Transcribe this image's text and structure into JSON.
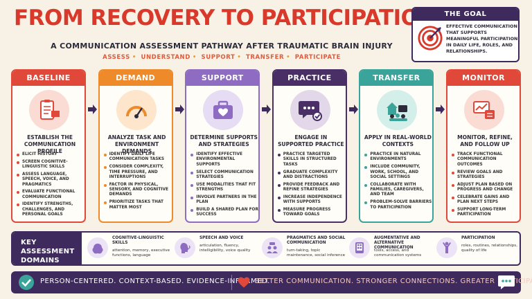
{
  "header": {
    "title": "FROM RECOVERY TO PARTICIPATION",
    "subtitle": "A COMMUNICATION ASSESSMENT PATHWAY AFTER TRAUMATIC BRAIN INJURY",
    "steps": [
      "ASSESS",
      "UNDERSTAND",
      "SUPPORT",
      "TRANSFER",
      "PARTICIPATE"
    ]
  },
  "goal": {
    "label": "THE GOAL",
    "text": "EFFECTIVE COMMUNICATION THAT SUPPORTS MEANINGFUL PARTICIPATION IN DAILY LIFE, ROLES, AND RELATIONSHIPS.",
    "icon": "target-icon"
  },
  "stages": [
    {
      "name": "BASELINE",
      "color": "#e0493a",
      "light": "#fbdcd4",
      "icon": "clipboard-chat-icon",
      "heading": "ESTABLISH THE COMMUNICATION PROFILE",
      "items": [
        "ELICIT HISTORY",
        "SCREEN COGNITIVE-LINGUISTIC SKILLS",
        "ASSESS LANGUAGE, SPEECH, VOICE, AND PRAGMATICS",
        "EVALUATE FUNCTIONAL COMMUNICATION",
        "IDENTIFY STRENGTHS, CHALLENGES, AND PERSONAL GOALS"
      ]
    },
    {
      "name": "DEMAND",
      "color": "#ee8a2a",
      "light": "#fde6cc",
      "icon": "gauge-icon",
      "heading": "ANALYZE TASK AND ENVIRONMENT DEMANDS",
      "items": [
        "IDENTIFY DAILY LIFE COMMUNICATION TASKS",
        "CONSIDER COMPLEXITY, TIME PRESSURE, AND INTERRUPTIONS",
        "FACTOR IN PHYSICAL, SENSORY, AND COGNITIVE DEMANDS",
        "PRIORITIZE TASKS THAT MATTER MOST"
      ]
    },
    {
      "name": "SUPPORT",
      "color": "#8e6cc2",
      "light": "#e6dcf4",
      "icon": "toolkit-icon",
      "heading": "DETERMINE SUPPORTS AND STRATEGIES",
      "items": [
        "IDENTIFY EFFECTIVE ENVIRONMENTAL SUPPORTS",
        "SELECT COMMUNICATION STRATEGIES",
        "USE MODALITIES THAT FIT STRENGTHS",
        "INVOLVE PARTNERS IN THE PLAN",
        "BUILD A SHARED PLAN FOR SUCCESS"
      ]
    },
    {
      "name": "PRACTICE",
      "color": "#4a2f66",
      "light": "#e2d8ea",
      "icon": "chat-check-icon",
      "heading": "ENGAGE IN SUPPORTED PRACTICE",
      "items": [
        "PRACTICE TARGETED SKILLS IN STRUCTURED TASKS",
        "GRADUATE COMPLEXITY AND DISTRACTIONS",
        "PROVIDE FEEDBACK AND REFINE STRATEGIES",
        "INCREASE INDEPENDENCE WITH SUPPORTS",
        "MEASURE PROGRESS TOWARD GOALS"
      ]
    },
    {
      "name": "TRANSFER",
      "color": "#3aa39a",
      "light": "#d4efe9",
      "icon": "community-icon",
      "heading": "APPLY IN REAL-WORLD CONTEXTS",
      "items": [
        "PRACTICE IN NATURAL ENVIRONMENTS",
        "INCLUDE COMMUNITY, WORK, SCHOOL, AND SOCIAL SETTINGS",
        "COLLABORATE WITH FAMILIES, CAREGIVERS, AND TEAM",
        "PROBLEM-SOLVE BARRIERS TO PARTICIPATION"
      ]
    },
    {
      "name": "MONITOR",
      "color": "#e0493a",
      "light": "#fbdcd4",
      "icon": "chart-calendar-icon",
      "heading": "MONITOR, REFINE, AND FOLLOW UP",
      "items": [
        "TRACK FUNCTIONAL COMMUNICATION OUTCOMES",
        "REVIEW GOALS AND STRATEGIES",
        "ADJUST PLAN BASED ON PROGRESS AND CHANGE",
        "CELEBRATE GAINS AND PLAN NEXT STEPS",
        "SUPPORT LONG-TERM PARTICIPATION"
      ]
    }
  ],
  "domains": {
    "label": "KEY ASSESSMENT DOMAINS",
    "items": [
      {
        "title": "COGNITIVE-LINGUISTIC SKILLS",
        "desc": "attention, memory, executive functions, language",
        "icon": "brain-icon",
        "color": "#8e6cc2"
      },
      {
        "title": "SPEECH AND VOICE",
        "desc": "articulation, fluency, intelligibility, voice quality",
        "icon": "head-speaking-icon",
        "color": "#8e6cc2"
      },
      {
        "title": "PRAGMATICS AND SOCIAL COMMUNICATION",
        "desc": "turn-taking, topic maintenance, social inference",
        "icon": "people-chat-icon",
        "color": "#8e6cc2"
      },
      {
        "title": "AUGMENTATIVE AND ALTERNATIVE COMMUNICATION",
        "desc": "tools, access, and communication systems",
        "icon": "tablet-icon",
        "color": "#8e6cc2"
      },
      {
        "title": "PARTICIPATION",
        "desc": "roles, routines, relationships, quality of life",
        "icon": "person-raised-icon",
        "color": "#8e6cc2"
      }
    ]
  },
  "footer": {
    "left": "PERSON-CENTERED. CONTEXT-BASED. EVIDENCE-INFORMED.",
    "right": "BETTER COMMUNICATION. STRONGER CONNECTIONS. GREATER PARTICIPATION.",
    "left_icon": "check-circle-icon",
    "right_icon": "heart-icon",
    "end_icon": "speech-bubble-icon"
  },
  "colors": {
    "accent": "#d9392b",
    "dark": "#3e2a5c",
    "background": "#f7f1e6"
  }
}
